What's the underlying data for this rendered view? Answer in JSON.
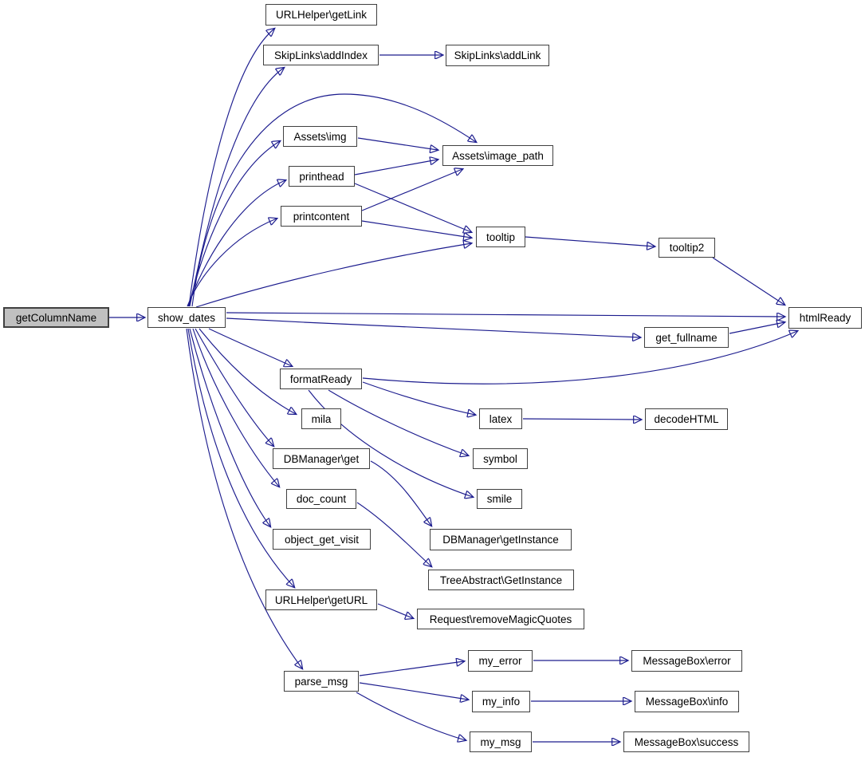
{
  "diagram": {
    "type": "call-graph",
    "root": "getColumnName",
    "nodes": [
      {
        "id": "getColumnName",
        "label": "getColumnName",
        "highlighted": true
      },
      {
        "id": "show_dates",
        "label": "show_dates",
        "highlighted": false
      },
      {
        "id": "URLHelper-getLink",
        "label": "URLHelper\\getLink",
        "highlighted": false
      },
      {
        "id": "SkipLinks-addIndex",
        "label": "SkipLinks\\addIndex",
        "highlighted": false
      },
      {
        "id": "SkipLinks-addLink",
        "label": "SkipLinks\\addLink",
        "highlighted": false
      },
      {
        "id": "Assets-img",
        "label": "Assets\\img",
        "highlighted": false
      },
      {
        "id": "Assets-image_path",
        "label": "Assets\\image_path",
        "highlighted": false
      },
      {
        "id": "printhead",
        "label": "printhead",
        "highlighted": false
      },
      {
        "id": "printcontent",
        "label": "printcontent",
        "highlighted": false
      },
      {
        "id": "tooltip",
        "label": "tooltip",
        "highlighted": false
      },
      {
        "id": "tooltip2",
        "label": "tooltip2",
        "highlighted": false
      },
      {
        "id": "htmlReady",
        "label": "htmlReady",
        "highlighted": false
      },
      {
        "id": "get_fullname",
        "label": "get_fullname",
        "highlighted": false
      },
      {
        "id": "formatReady",
        "label": "formatReady",
        "highlighted": false
      },
      {
        "id": "mila",
        "label": "mila",
        "highlighted": false
      },
      {
        "id": "latex",
        "label": "latex",
        "highlighted": false
      },
      {
        "id": "decodeHTML",
        "label": "decodeHTML",
        "highlighted": false
      },
      {
        "id": "symbol",
        "label": "symbol",
        "highlighted": false
      },
      {
        "id": "DBManager-get",
        "label": "DBManager\\get",
        "highlighted": false
      },
      {
        "id": "smile",
        "label": "smile",
        "highlighted": false
      },
      {
        "id": "doc_count",
        "label": "doc_count",
        "highlighted": false
      },
      {
        "id": "DBManager-getInstance",
        "label": "DBManager\\getInstance",
        "highlighted": false
      },
      {
        "id": "object_get_visit",
        "label": "object_get_visit",
        "highlighted": false
      },
      {
        "id": "TreeAbstract-GetInstance",
        "label": "TreeAbstract\\GetInstance",
        "highlighted": false
      },
      {
        "id": "URLHelper-getURL",
        "label": "URLHelper\\getURL",
        "highlighted": false
      },
      {
        "id": "Request-removeMagicQuotes",
        "label": "Request\\removeMagicQuotes",
        "highlighted": false
      },
      {
        "id": "parse_msg",
        "label": "parse_msg",
        "highlighted": false
      },
      {
        "id": "my_error",
        "label": "my_error",
        "highlighted": false
      },
      {
        "id": "my_info",
        "label": "my_info",
        "highlighted": false
      },
      {
        "id": "my_msg",
        "label": "my_msg",
        "highlighted": false
      },
      {
        "id": "MessageBox-error",
        "label": "MessageBox\\error",
        "highlighted": false
      },
      {
        "id": "MessageBox-info",
        "label": "MessageBox\\info",
        "highlighted": false
      },
      {
        "id": "MessageBox-success",
        "label": "MessageBox\\success",
        "highlighted": false
      }
    ],
    "edges": [
      {
        "from": "getColumnName",
        "to": "show_dates"
      },
      {
        "from": "show_dates",
        "to": "URLHelper\\getLink"
      },
      {
        "from": "show_dates",
        "to": "SkipLinks\\addIndex"
      },
      {
        "from": "SkipLinks\\addIndex",
        "to": "SkipLinks\\addLink"
      },
      {
        "from": "show_dates",
        "to": "Assets\\image_path"
      },
      {
        "from": "show_dates",
        "to": "Assets\\img"
      },
      {
        "from": "Assets\\img",
        "to": "Assets\\image_path"
      },
      {
        "from": "show_dates",
        "to": "printhead"
      },
      {
        "from": "printhead",
        "to": "Assets\\image_path"
      },
      {
        "from": "printhead",
        "to": "tooltip"
      },
      {
        "from": "show_dates",
        "to": "printcontent"
      },
      {
        "from": "printcontent",
        "to": "Assets\\image_path"
      },
      {
        "from": "printcontent",
        "to": "tooltip"
      },
      {
        "from": "show_dates",
        "to": "tooltip"
      },
      {
        "from": "tooltip",
        "to": "tooltip2"
      },
      {
        "from": "tooltip2",
        "to": "htmlReady"
      },
      {
        "from": "show_dates",
        "to": "htmlReady"
      },
      {
        "from": "show_dates",
        "to": "get_fullname"
      },
      {
        "from": "get_fullname",
        "to": "htmlReady"
      },
      {
        "from": "show_dates",
        "to": "formatReady"
      },
      {
        "from": "formatReady",
        "to": "htmlReady"
      },
      {
        "from": "formatReady",
        "to": "latex"
      },
      {
        "from": "latex",
        "to": "decodeHTML"
      },
      {
        "from": "formatReady",
        "to": "symbol"
      },
      {
        "from": "formatReady",
        "to": "smile"
      },
      {
        "from": "show_dates",
        "to": "mila"
      },
      {
        "from": "show_dates",
        "to": "DBManager\\get"
      },
      {
        "from": "DBManager\\get",
        "to": "DBManager\\getInstance"
      },
      {
        "from": "show_dates",
        "to": "doc_count"
      },
      {
        "from": "doc_count",
        "to": "TreeAbstract\\GetInstance"
      },
      {
        "from": "show_dates",
        "to": "object_get_visit"
      },
      {
        "from": "show_dates",
        "to": "URLHelper\\getURL"
      },
      {
        "from": "URLHelper\\getURL",
        "to": "Request\\removeMagicQuotes"
      },
      {
        "from": "show_dates",
        "to": "parse_msg"
      },
      {
        "from": "parse_msg",
        "to": "my_error"
      },
      {
        "from": "parse_msg",
        "to": "my_info"
      },
      {
        "from": "parse_msg",
        "to": "my_msg"
      },
      {
        "from": "my_error",
        "to": "MessageBox\\error"
      },
      {
        "from": "my_info",
        "to": "MessageBox\\info"
      },
      {
        "from": "my_msg",
        "to": "MessageBox\\success"
      }
    ]
  },
  "colors": {
    "edge": "#1c1c8e",
    "node_border": "#404040",
    "node_fill": "#ffffff",
    "root_fill": "#c0c0c0",
    "text": "#000000",
    "bg": "#ffffff"
  }
}
